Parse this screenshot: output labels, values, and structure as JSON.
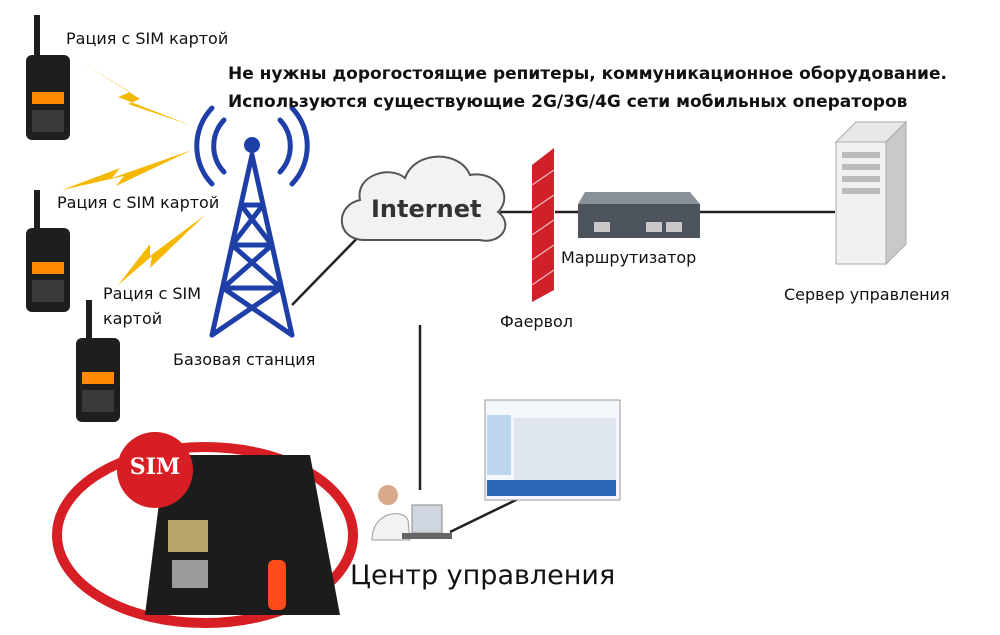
{
  "headline": {
    "line1": "Не нужны дорогостоящие репитеры, коммуникационное оборудование.",
    "line2": "Используются существующие 2G/3G/4G сети мобильных операторов"
  },
  "labels": {
    "radio1": "Рация с SIM картой",
    "radio2": "Рация с SIM картой",
    "radio3_line1": "Рация с SIM",
    "radio3_line2": "картой",
    "base_station": "Базовая станция",
    "internet": "Internet",
    "firewall": "Фаервол",
    "router": "Маршрутизатор",
    "server": "Сервер управления",
    "control_center": "Центр управления",
    "sim_badge": "SIM"
  },
  "colors": {
    "tower": "#1f3fa8",
    "lightning": "#f5b800",
    "firewall": "#d0202a",
    "sim_badge": "#d71e25",
    "radio": "#1e1e1e",
    "radio_screen": "#ff8a00",
    "line": "#222222"
  },
  "icons": [
    "radio-icon",
    "lightning-icon",
    "tower-icon",
    "cloud-icon",
    "firewall-icon",
    "router-icon",
    "server-icon",
    "monitor-icon",
    "operator-icon",
    "sim-card-icon"
  ]
}
